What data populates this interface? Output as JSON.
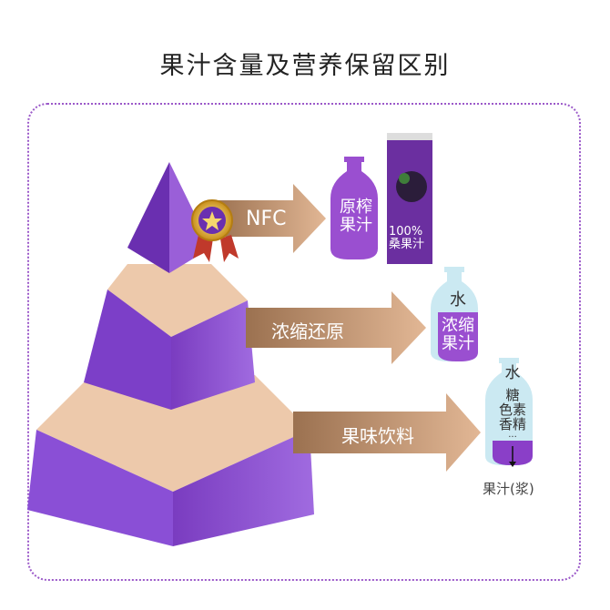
{
  "title": "果汁含量及营养保留区别",
  "tiers": [
    {
      "arrow_label": "NFC",
      "bottle_text": [
        "原榨",
        "果汁"
      ],
      "carton": {
        "line1": "100%",
        "line2": "桑果汁"
      }
    },
    {
      "arrow_label": "浓缩还原",
      "bottle_text": [
        "水",
        "浓缩",
        "果汁"
      ]
    },
    {
      "arrow_label": "果味饮料",
      "bottle_text": [
        "水",
        "糖",
        "色素",
        "香精",
        "..."
      ],
      "caption": "果汁(浆)"
    }
  ],
  "colors": {
    "purple": "#8e3fc8",
    "tan": "#c69a76",
    "light_blue": "#cbe9f2",
    "border": "#9b59c9"
  }
}
